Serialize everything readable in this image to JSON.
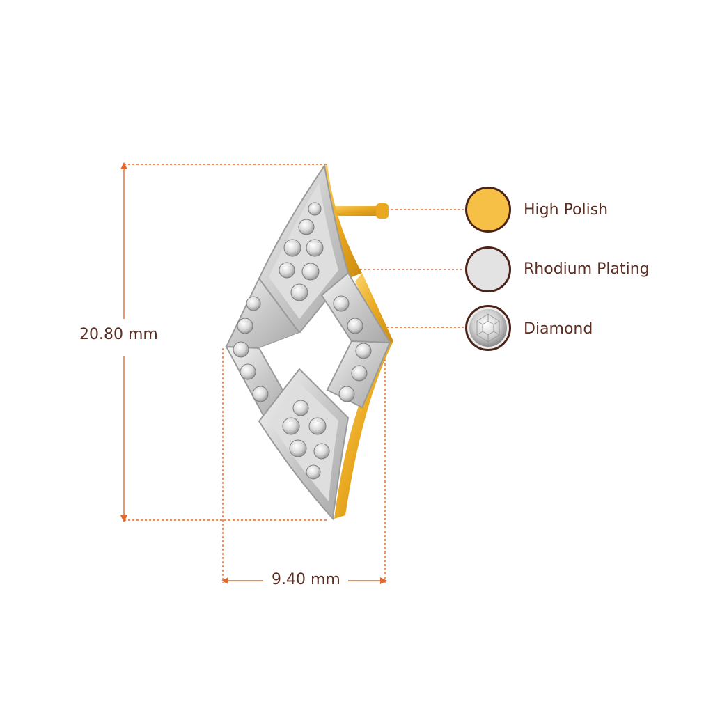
{
  "dimensions": {
    "height_label": "20.80 mm",
    "width_label": "9.40 mm"
  },
  "legend": [
    {
      "label": "High Polish",
      "swatch": "gold-swatch",
      "color": "#F6BF45"
    },
    {
      "label": "Rhodium Plating",
      "swatch": "rhodium-swatch",
      "color": "#E3E3E3"
    },
    {
      "label": "Diamond",
      "swatch": "diamond-swatch",
      "color": "#F2F2F2"
    }
  ],
  "colors": {
    "dimension_line": "#E2692E",
    "label_text": "#5A2D22",
    "swatch_border": "#4A2418",
    "gold": "#F6BF45",
    "rhodium": "#E3E3E3"
  }
}
